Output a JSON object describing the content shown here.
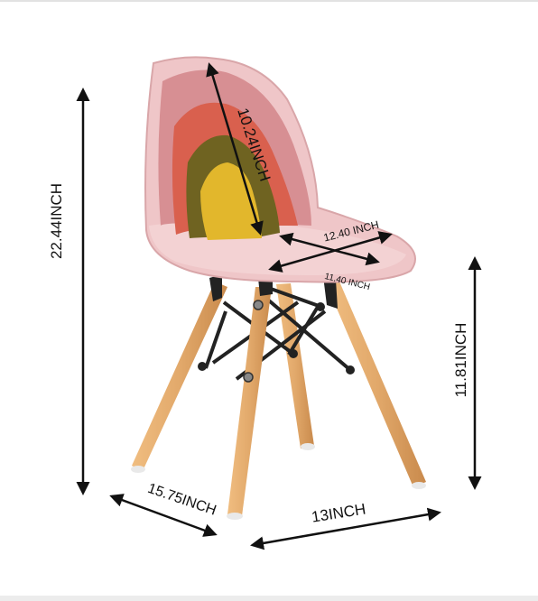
{
  "dimensions": {
    "total_height": "22.44INCH",
    "backrest_height": "10.24INCH",
    "seat_depth": "12.40 INCH",
    "seat_width": "11.40 INCH",
    "seat_height": "11.81INCH",
    "base_depth": "15.75INCH",
    "base_width": "13INCH"
  },
  "colors": {
    "shell": "#efc6c8",
    "shell_shadow": "#d9a6a9",
    "band_rose": "#d78f93",
    "band_coral": "#d9604e",
    "band_olive": "#6f6321",
    "band_yellow": "#e2b72c",
    "wood": "#e2a96b",
    "wood_dark": "#c98a4c",
    "metal": "#222222",
    "arrow": "#111111"
  }
}
